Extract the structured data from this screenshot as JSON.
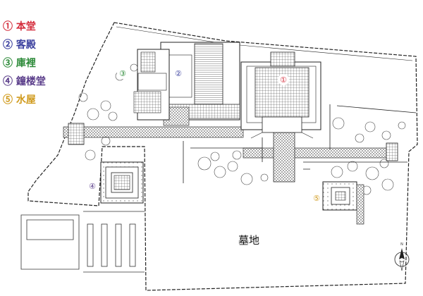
{
  "legend": [
    {
      "label": "① 本堂",
      "color": "#d42b3a"
    },
    {
      "label": "② 客殿",
      "color": "#3a3f9e"
    },
    {
      "label": "③ 庫裡",
      "color": "#2e8b3a"
    },
    {
      "label": "④ 鐘楼堂",
      "color": "#5a3d8a"
    },
    {
      "label": "⑤ 水屋",
      "color": "#d09a1c"
    }
  ],
  "markers": [
    {
      "text": "①",
      "color": "#d42b3a"
    },
    {
      "text": "②",
      "color": "#3a3f9e"
    },
    {
      "text": "③",
      "color": "#2e8b3a"
    },
    {
      "text": "④",
      "color": "#5a3d8a"
    },
    {
      "text": "⑤",
      "color": "#d09a1c"
    }
  ],
  "cemetery_label": "墓地",
  "north_label": "N"
}
